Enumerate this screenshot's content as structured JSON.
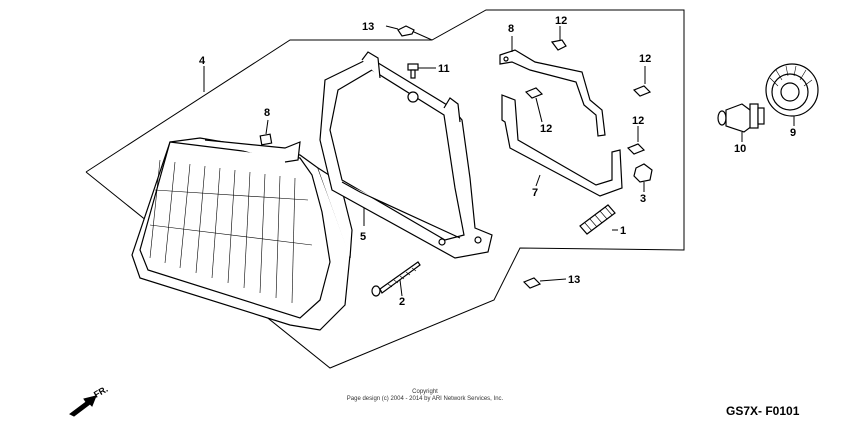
{
  "callouts": {
    "c1": "1",
    "c2": "2",
    "c3": "3",
    "c4": "4",
    "c5": "5",
    "c7": "7",
    "c8a": "8",
    "c8b": "8",
    "c9": "9",
    "c10": "10",
    "c11": "11",
    "c12a": "12",
    "c12b": "12",
    "c12c": "12",
    "c12d": "12",
    "c13a": "13",
    "c13b": "13"
  },
  "footer": {
    "copyright_line1": "Copyright",
    "copyright_line2": "Page design (c) 2004 - 2014 by ARI Network Services, Inc.",
    "diagram_code": "GS7X- F0101"
  },
  "direction_marker": {
    "label": "FR.",
    "icon": "front-direction-arrow-icon"
  }
}
